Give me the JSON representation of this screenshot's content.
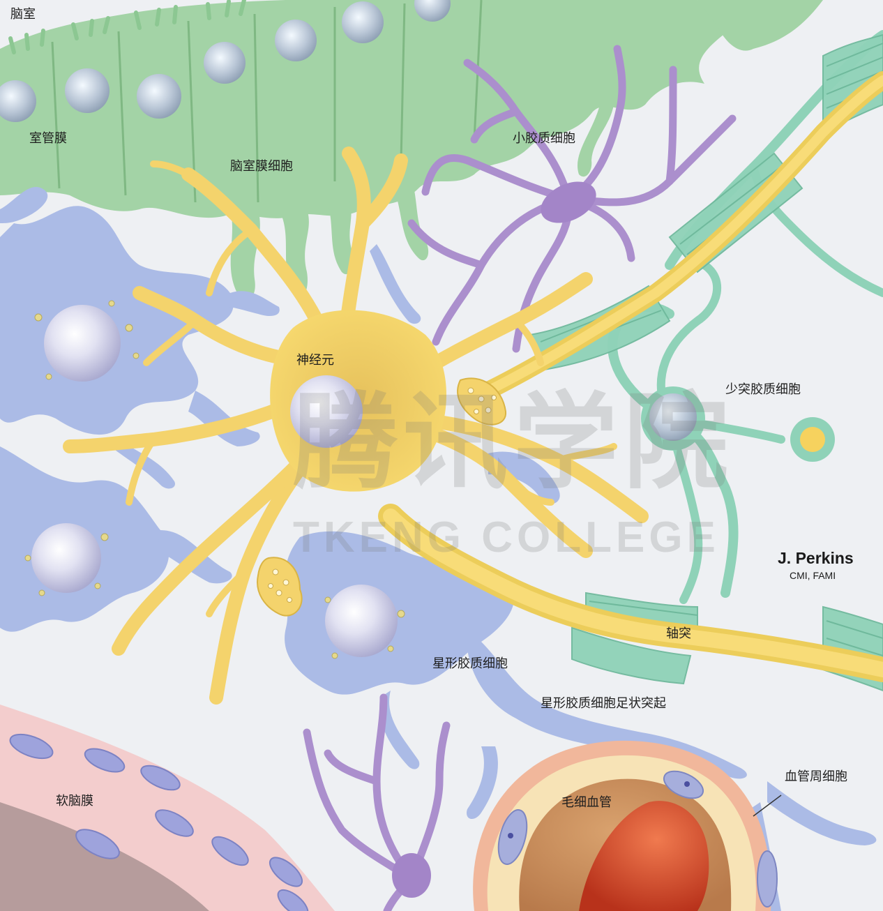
{
  "labels": {
    "ventricle": "脑室",
    "ependyma": "室管膜",
    "ependymal_cells": "脑室膜细胞",
    "microglia": "小胶质细胞",
    "neuron": "神经元",
    "oligodendrocyte": "少突胶质细胞",
    "axon": "轴突",
    "astrocyte": "星形胶质细胞",
    "astrocyte_endfeet": "星形胶质细胞足状突起",
    "pia_mater": "软脑膜",
    "capillary": "毛细血管",
    "pericyte": "血管周细胞"
  },
  "signature": {
    "name": "J. Perkins",
    "credentials": "CMI, FAMI"
  },
  "watermark": {
    "chinese": "腾讯学院",
    "english": "TKENG COLLEGE"
  },
  "colors": {
    "background": "#eef0f3",
    "ependymal": "#9fcf9f",
    "astrocyte": "#a9b9e4",
    "neuron": "#f4d36c",
    "microglia": "#a88cc9",
    "oligodendrocyte": "#8fd2b8",
    "axon": "#f6d25e",
    "pia": "#f2c7c7",
    "blood_cell": "#d2452a"
  }
}
